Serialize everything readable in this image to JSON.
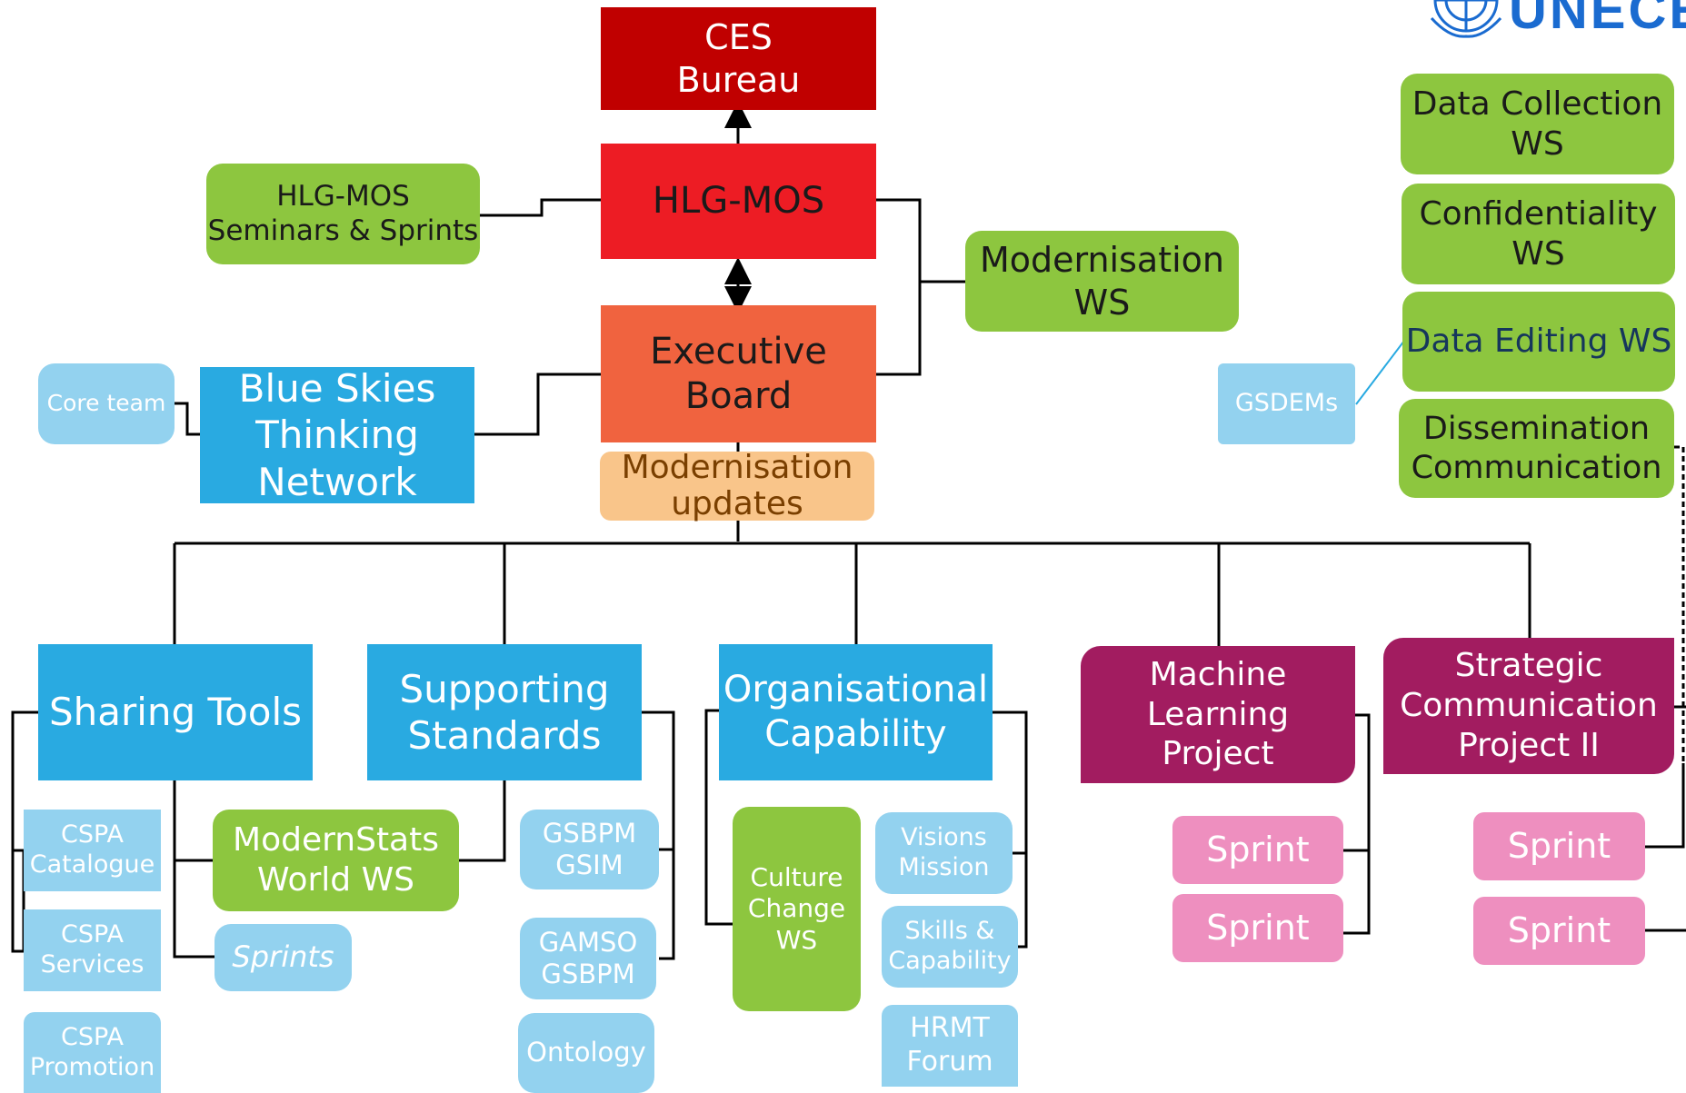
{
  "logo": {
    "lettering": "UNECE",
    "color": "#1a6bd0",
    "icon": "un-emblem-icon"
  },
  "colors": {
    "governance_dark": "#c00000",
    "governance": "#ed1c24",
    "executive": "#f0633f",
    "updates": "#f9c58a",
    "workstream": "#8dc63f",
    "group": "#29aae1",
    "component": "#93d2ef",
    "project": "#a21c60",
    "sprint": "#ee8fbf"
  },
  "nodes": {
    "ces_bureau": "CES\nBureau",
    "hlg_mos": "HLG-MOS",
    "executive_board": "Executive\nBoard",
    "modernisation_updates": "Modernisation\nupdates",
    "seminars_sprints": "HLG-MOS\nSeminars & Sprints",
    "modernisation_ws": "Modernisation\nWS",
    "blue_skies": "Blue Skies\nThinking\nNetwork",
    "core_team": "Core team",
    "data_collection_ws": "Data Collection\nWS",
    "confidentiality_ws": "Confidentiality\nWS",
    "data_editing_ws": "Data Editing WS",
    "dissemination": "Dissemination\nCommunication",
    "gsdems": "GSDEMs",
    "sharing_tools": "Sharing Tools",
    "supporting_standards": "Supporting\nStandards",
    "organisational_capability": "Organisational\nCapability",
    "ml_project": "Machine\nLearning\nProject",
    "strategic_comm": "Strategic\nCommunication\nProject II",
    "cspa_catalogue": "CSPA\nCatalogue",
    "cspa_services": "CSPA\nServices",
    "cspa_promotion": "CSPA\nPromotion",
    "modernstats_ws": "ModernStats\nWorld WS",
    "sprints": "Sprints",
    "gsbpm_gsim": "GSBPM\nGSIM",
    "gamso_gsbpm": "GAMSO\nGSBPM",
    "ontology": "Ontology",
    "culture_change_ws": "Culture\nChange\nWS",
    "visions_mission": "Visions\nMission",
    "skills_capability": "Skills &\nCapability",
    "hrmt_forum": "HRMT\nForum",
    "ml_sprint_1": "Sprint",
    "ml_sprint_2": "Sprint",
    "sc_sprint_1": "Sprint",
    "sc_sprint_2": "Sprint"
  }
}
